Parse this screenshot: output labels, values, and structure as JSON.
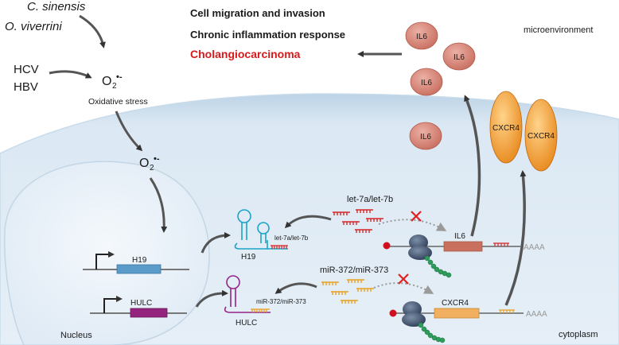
{
  "pathogens": {
    "c_sinensis": "C. sinensis",
    "o_viverrini": "O. viverrini",
    "hcv": "HCV",
    "hbv": "HBV"
  },
  "superoxide": {
    "symbol": "O",
    "subscript": "2",
    "superscript": "•-"
  },
  "oxidative_stress": "Oxidative stress",
  "outcomes": {
    "migration": "Cell migration and invasion",
    "inflammation": "Chronic inflammation response",
    "cancer": "Cholangiocarcinoma"
  },
  "microenvironment": "microenvironment",
  "cytoplasm": "cytoplasm",
  "nucleus": "Nucleus",
  "il6": "IL6",
  "cxcr4": "CXCR4",
  "genes": {
    "h19": "H19",
    "hulc": "HULC"
  },
  "lncrna": {
    "h19": "H19",
    "hulc": "HULC",
    "h19_bound": "let-7a/let-7b",
    "hulc_bound": "miR-372/miR-373"
  },
  "mirna": {
    "let7": "let-7a/let-7b",
    "mir372": "miR-372/miR-373"
  },
  "mrna": {
    "il6": "IL6",
    "cxcr4": "CXCR4",
    "polya": "AAAA"
  },
  "colors": {
    "outcome_red": "#d7191c",
    "cell_fill": "#dde9f3",
    "il6_fill": "#d6897c",
    "cxcr4_fill": "#f2a43a",
    "h19_gene": "#5b9bc9",
    "hulc_gene": "#93237c",
    "h19_rna": "#1aa3c8",
    "hulc_rna": "#932489",
    "let7_mirna": "#d62728",
    "mir372_mirna": "#e8a020",
    "il6_cds": "#c8705d",
    "cxcr4_cds": "#f0b060",
    "peptide": "#2e9c5a",
    "ribosome": "#3b4f6e",
    "cap": "#d0101e",
    "inhibit_x": "#e02020"
  }
}
